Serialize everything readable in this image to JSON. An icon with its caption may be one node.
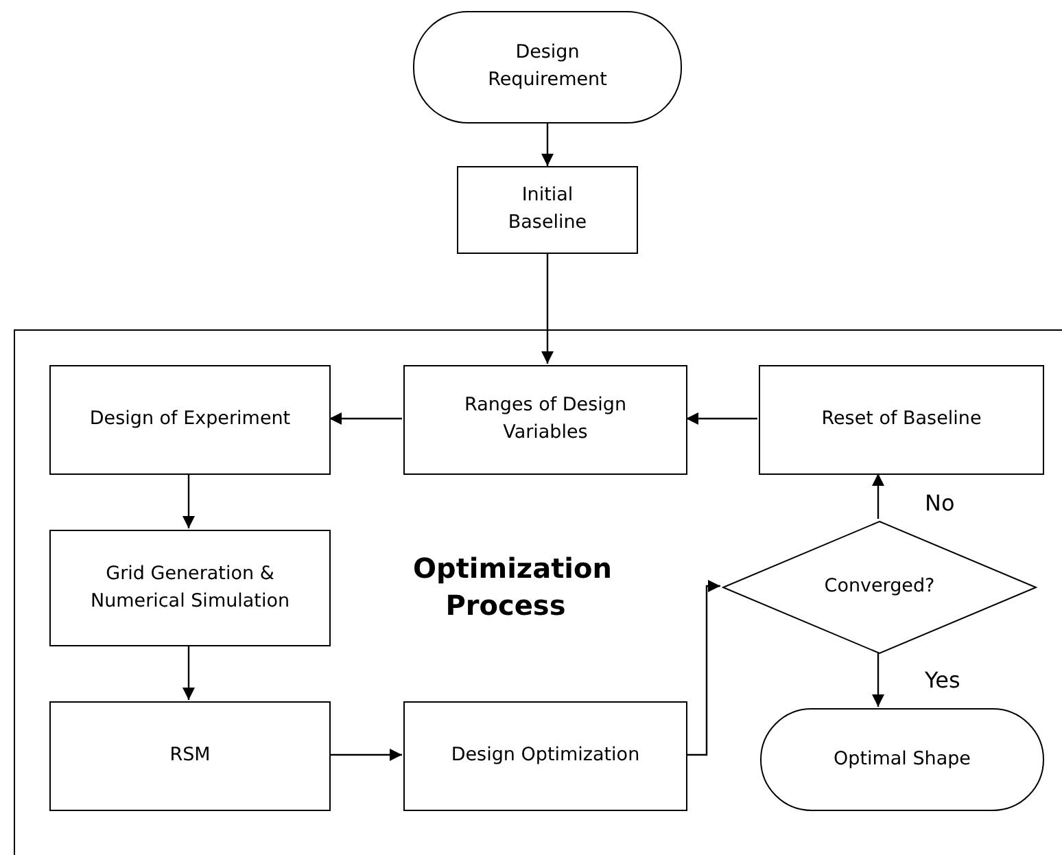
{
  "diagram": {
    "nodes": [
      {
        "text": [
          "Design Requirement"
        ]
      },
      {
        "text": [
          "Initial Baseline"
        ]
      },
      {
        "text": [
          "Optimization Process"
        ]
      },
      {
        "text": [
          "Design of Experiment"
        ],
        "in": 2
      },
      {
        "text": [
          "Ranges of Design Variables"
        ],
        "in": 2
      },
      {
        "text": [
          "Reset of Baseline"
        ],
        "in": 2
      },
      {
        "text": [
          "Grid Generation & Numerical Simulation"
        ],
        "in": 2
      },
      {
        "text": [
          "Converged?"
        ],
        "in": 2
      },
      {
        "text": [
          "RSM"
        ],
        "in": 2
      },
      {
        "text": [
          "Design Optimization"
        ],
        "in": 2
      },
      {
        "text": [
          "Optimal Shape"
        ],
        "in": 2
      }
    ],
    "edges": [
      {
        "from": 0,
        "to": 1,
        "arrow": "to"
      },
      {
        "from": 1,
        "to": 4,
        "arrow": "to"
      },
      {
        "from": 4,
        "to": 3,
        "arrow": "to"
      },
      {
        "from": 5,
        "to": 4,
        "arrow": "to"
      },
      {
        "from": 3,
        "to": 6,
        "arrow": "to"
      },
      {
        "from": 6,
        "to": 8,
        "arrow": "to"
      },
      {
        "from": 8,
        "to": 9,
        "arrow": "to"
      },
      {
        "from": 9,
        "to": 7,
        "arrow": "to"
      },
      {
        "from": 7,
        "to": 5,
        "label": "No",
        "arrow": "to"
      },
      {
        "from": 7,
        "to": 10,
        "label": "Yes",
        "arrow": "to"
      }
    ]
  }
}
